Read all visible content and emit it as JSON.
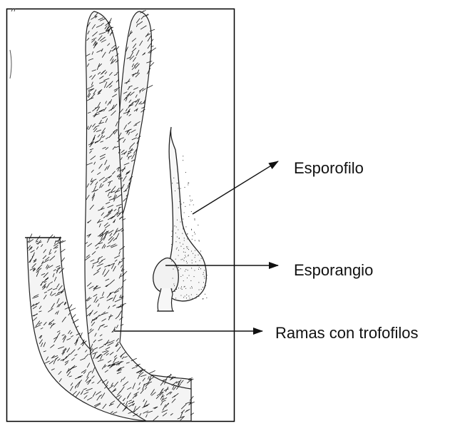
{
  "labels": {
    "esporofilo": "Esporofilo",
    "esporangio": "Esporangio",
    "ramas": "Ramas con trofofilos"
  },
  "colors": {
    "ink": "#111111",
    "background": "#ffffff",
    "frame": "#000000"
  }
}
